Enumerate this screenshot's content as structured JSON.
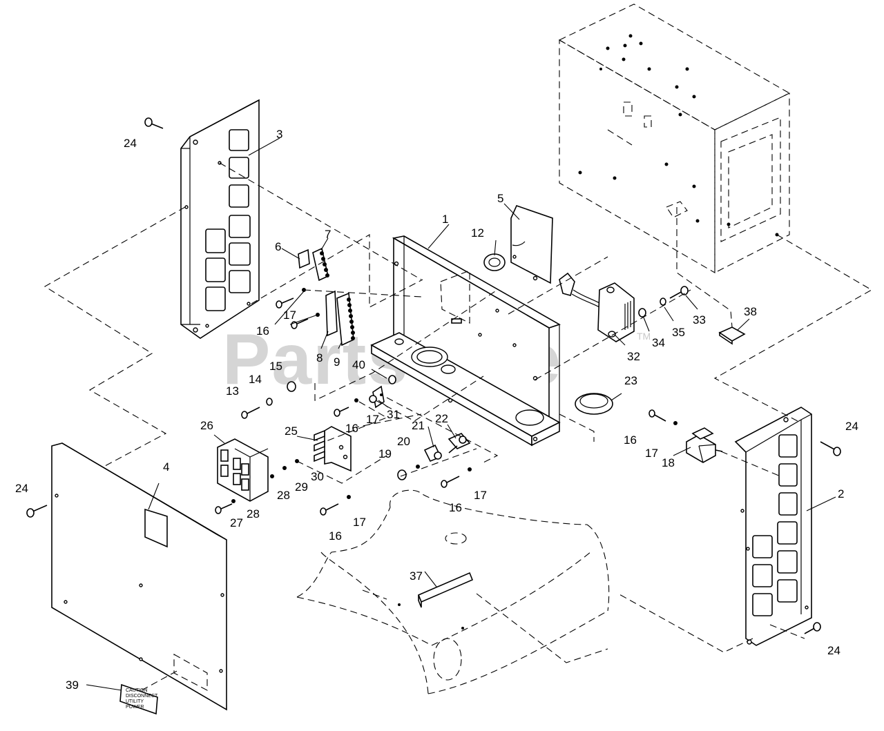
{
  "watermark": {
    "text": "PartsTree",
    "trademark": "TM"
  },
  "decal_39_text": [
    "CAUTION",
    "DISCONNECT",
    "UTILITY",
    "POWER"
  ],
  "callouts": {
    "c1": "1",
    "c2": "2",
    "c3": "3",
    "c4": "4",
    "c5": "5",
    "c6": "6",
    "c7": "7",
    "c8": "8",
    "c9": "9",
    "c12": "12",
    "c13": "13",
    "c14": "14",
    "c15": "15",
    "c16a": "16",
    "c16b": "16",
    "c16c": "16",
    "c16d": "16",
    "c16e": "16",
    "c17a": "17",
    "c17b": "17",
    "c17c": "17",
    "c17d": "17",
    "c17e": "17",
    "c18": "18",
    "c19": "19",
    "c20": "20",
    "c21": "21",
    "c22": "22",
    "c23": "23",
    "c24a": "24",
    "c24b": "24",
    "c24c": "24",
    "c24d": "24",
    "c25": "25",
    "c26": "26",
    "c27": "27",
    "c28a": "28",
    "c28b": "28",
    "c29": "29",
    "c30": "30",
    "c31": "31",
    "c32": "32",
    "c33": "33",
    "c34": "34",
    "c35": "35",
    "c37": "37",
    "c38": "38",
    "c39": "39",
    "c40": "40"
  }
}
